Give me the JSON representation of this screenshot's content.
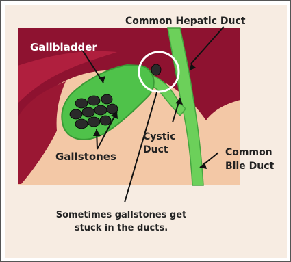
{
  "labels": {
    "gallbladder": "Gallbladder",
    "common_hepatic_duct": "Common Hepatic Duct",
    "gallstones": "Gallstones",
    "cystic_duct_line1": "Cystic",
    "cystic_duct_line2": "Duct",
    "common_bile_duct_line1": "Common",
    "common_bile_duct_line2": "Bile Duct",
    "caption_line1": "Sometimes gallstones get",
    "caption_line2": "stuck in the ducts."
  },
  "colors": {
    "background_panel": "#f7ece2",
    "liver_dark_red": "#8e1230",
    "liver_red": "#b01f3e",
    "tissue_peach": "#f3c8a6",
    "gallbladder_green": "#4fc24a",
    "duct_green": "#6cd05a",
    "stone": "#2a2a2a",
    "text_dark": "#222222",
    "text_white": "#ffffff"
  }
}
